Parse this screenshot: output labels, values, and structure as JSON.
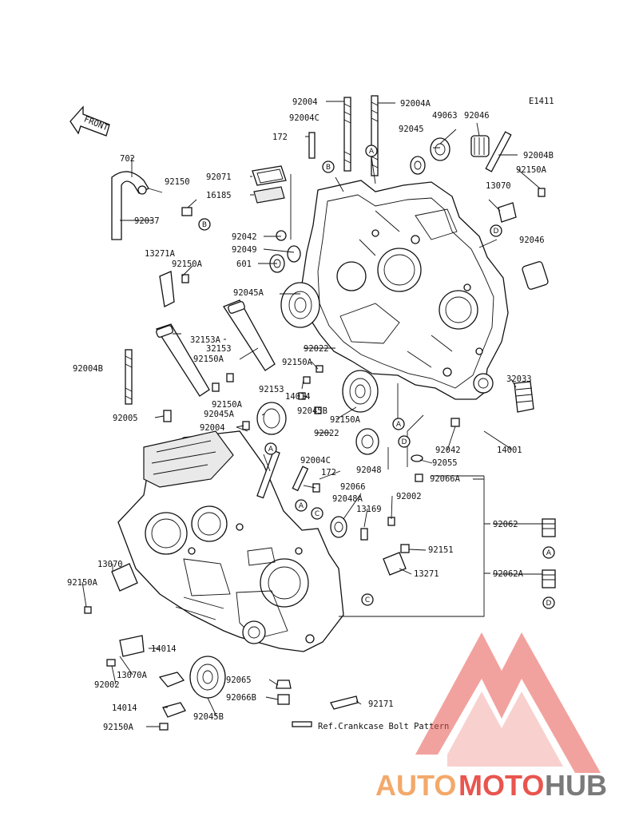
{
  "diagram_id": "E1411",
  "front_label": "FRONT",
  "reference_note": "Ref.Crankcase Bolt Pattern",
  "watermark": {
    "part1": "AUTO",
    "part2": "MOTO",
    "part3": "HUB",
    "color_red": "#e8554e",
    "color_orange": "#f3a96b",
    "color_gray": "#7a7a7a"
  },
  "labels": [
    "92004",
    "92004A",
    "92004C",
    "172",
    "49063",
    "92046",
    "92045",
    "92004B",
    "92150A",
    "702",
    "92150",
    "92071",
    "16185",
    "92037",
    "13070",
    "92042",
    "92049",
    "601",
    "13271A",
    "92150A",
    "92046",
    "92045A",
    "92004B",
    "32153A",
    "32153",
    "92150A",
    "92022",
    "92150A",
    "32033",
    "92153",
    "14014",
    "92150A",
    "92045A",
    "92045B",
    "92150A",
    "92005",
    "92004",
    "92022",
    "92048",
    "92042",
    "92055",
    "14001",
    "92066A",
    "92004C",
    "172",
    "92066",
    "92002",
    "92048A",
    "13169",
    "92062",
    "92151",
    "13271",
    "13070",
    "92150A",
    "92062A",
    "14014",
    "13070A",
    "92002",
    "92065",
    "92066B",
    "14014",
    "92171",
    "92150A",
    "92045B"
  ],
  "callouts": [
    "A",
    "B",
    "B",
    "A",
    "C",
    "D",
    "A",
    "A",
    "A",
    "C",
    "D",
    "D"
  ]
}
